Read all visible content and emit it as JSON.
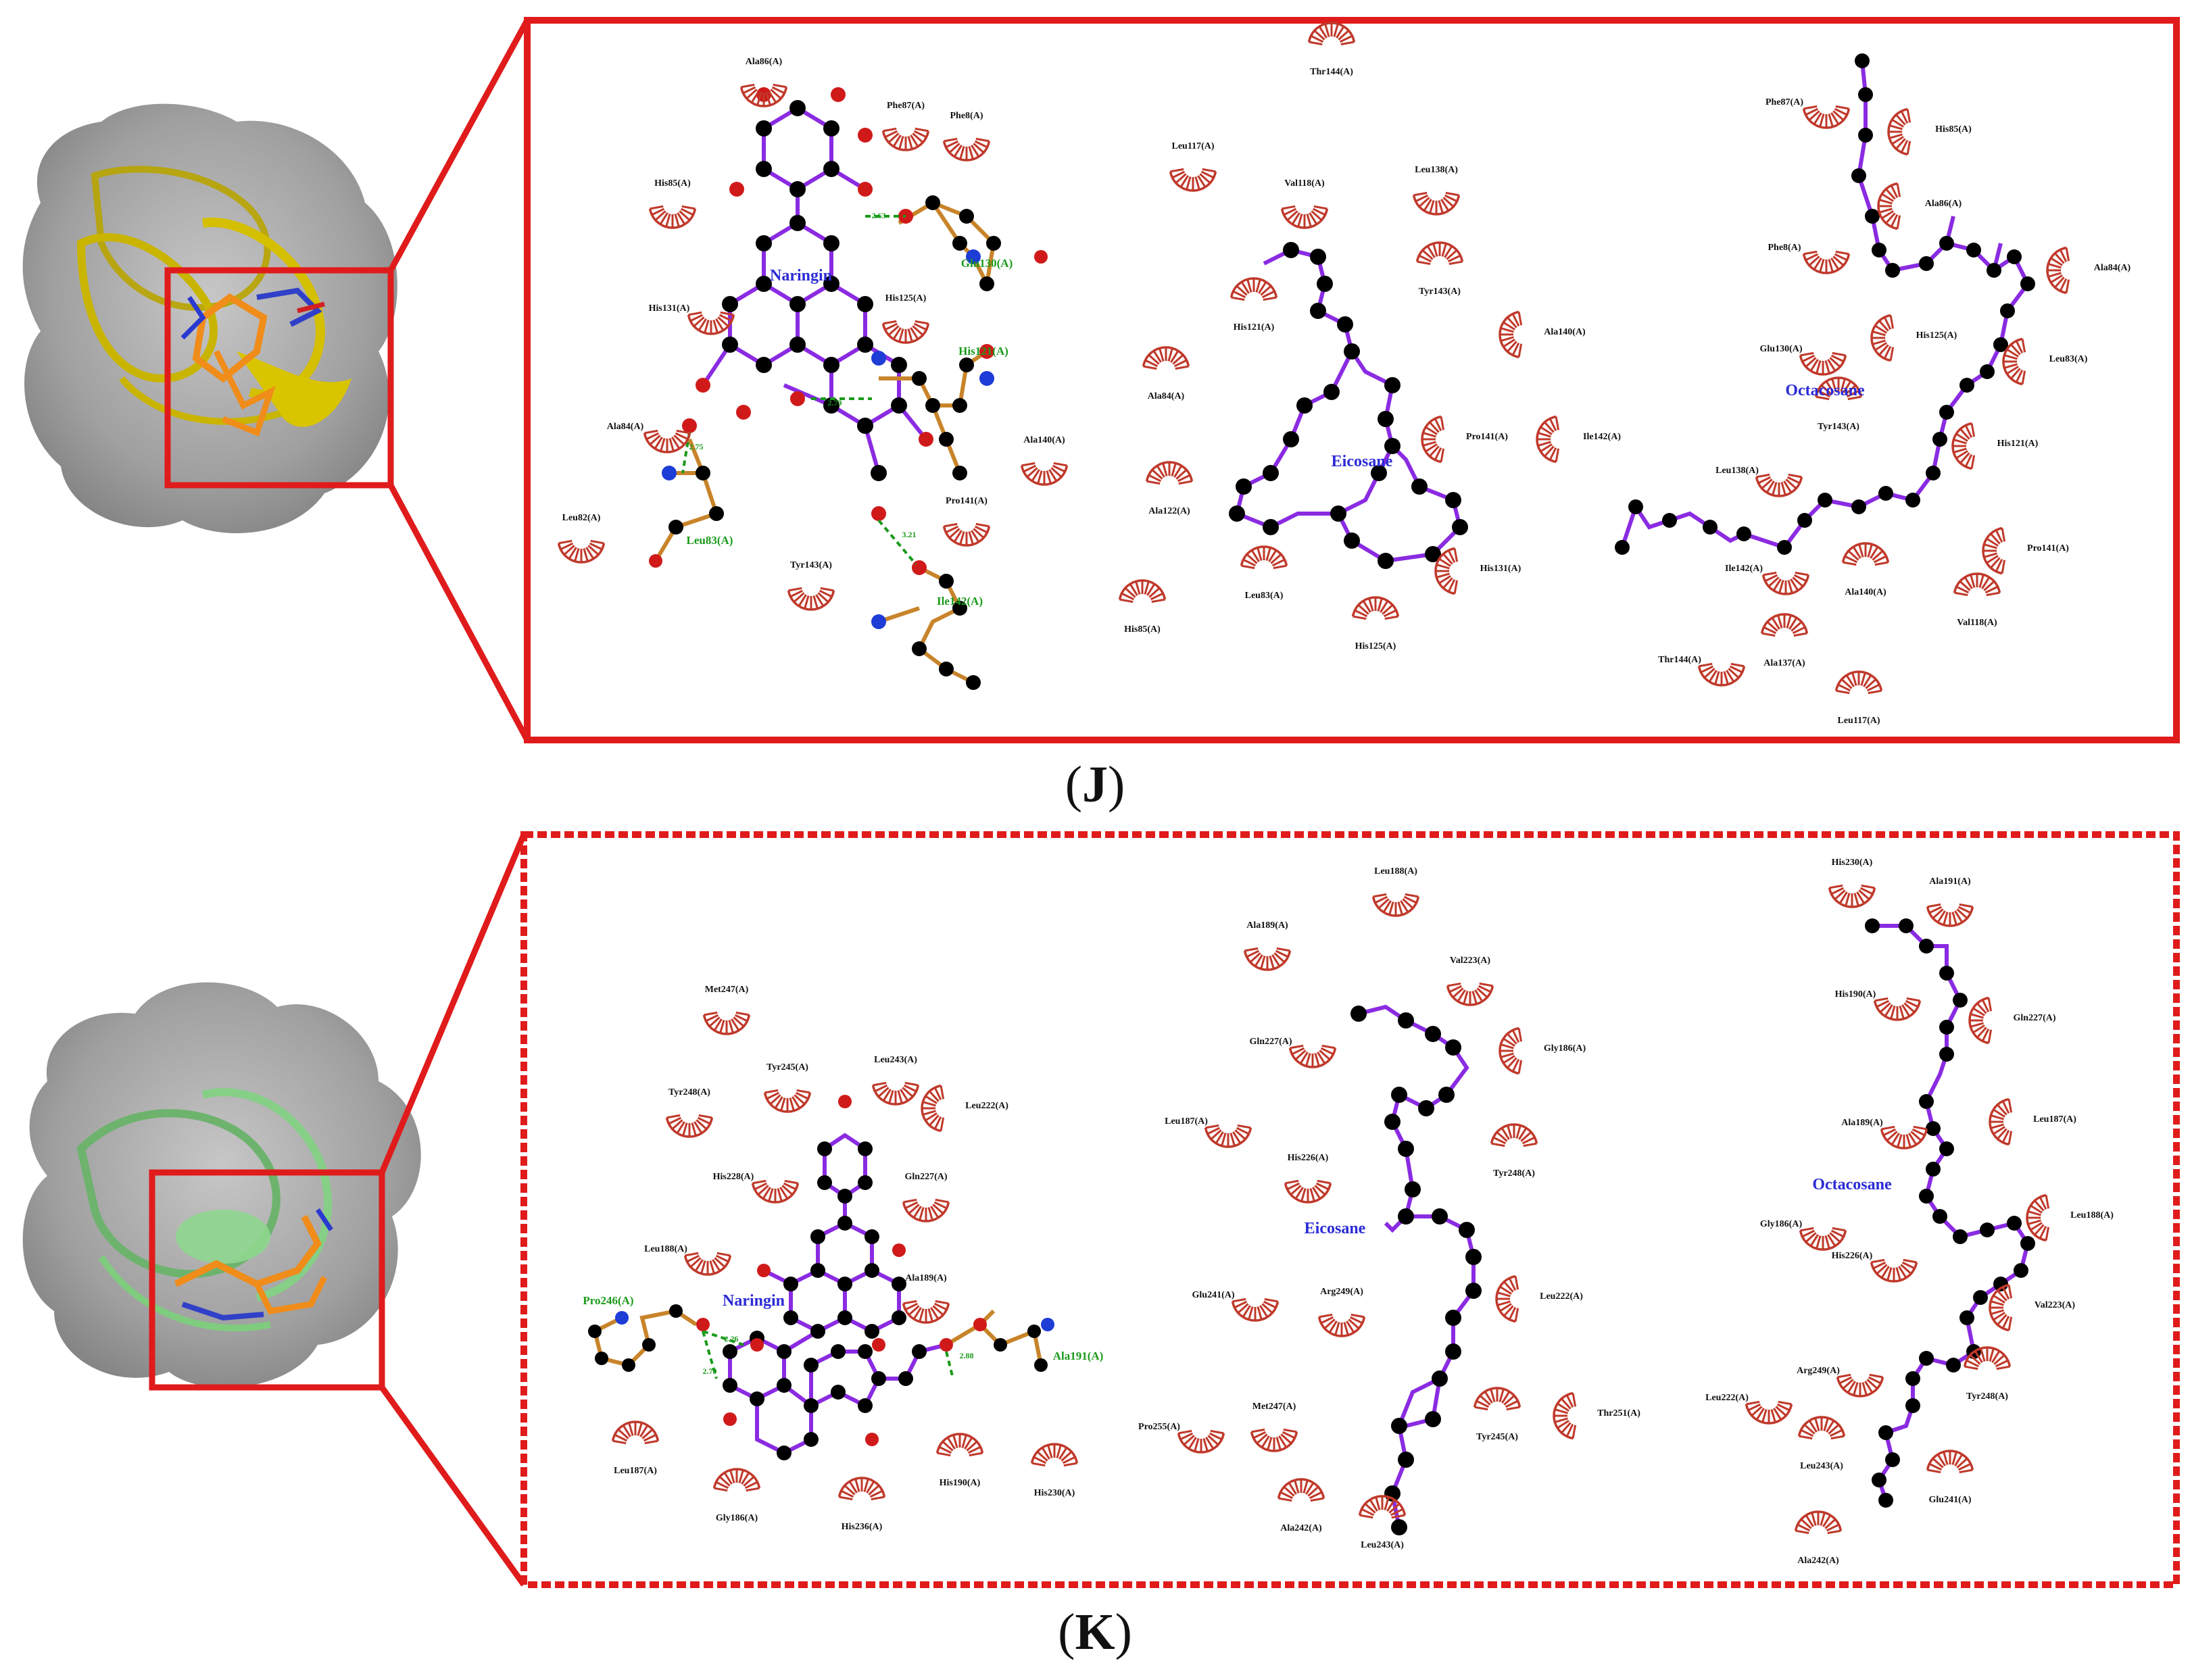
{
  "panels": [
    {
      "id": "J",
      "caption_letter": "J",
      "protein_color": "#c9b400",
      "frame_style": "solid",
      "ligands": [
        {
          "name": "Naringin",
          "label_color": "#2b2bd6",
          "hbonds": [
            {
              "residue": "Glu130(A)",
              "distance": "2.63"
            },
            {
              "residue": "His121(A)",
              "distance": "2.79"
            },
            {
              "residue": "Leu83(A)",
              "distance": "2.75"
            },
            {
              "residue": "Ile142(A)",
              "distance": "3.21"
            }
          ],
          "hydrophobic": [
            "Ala86(A)",
            "Phe87(A)",
            "Phe8(A)",
            "His85(A)",
            "His131(A)",
            "His125(A)",
            "Ala84(A)",
            "Leu82(A)",
            "Ala140(A)",
            "Pro141(A)",
            "Tyr143(A)"
          ]
        },
        {
          "name": "Eicosane",
          "label_color": "#2b2bd6",
          "hydrophobic": [
            "Thr144(A)",
            "Leu117(A)",
            "Val118(A)",
            "Leu138(A)",
            "Tyr143(A)",
            "His121(A)",
            "Ala140(A)",
            "Ala84(A)",
            "Pro141(A)",
            "Ile142(A)",
            "Ala122(A)",
            "Leu83(A)",
            "His131(A)",
            "His85(A)",
            "His125(A)"
          ]
        },
        {
          "name": "Octacosane",
          "label_color": "#2b2bd6",
          "hydrophobic": [
            "Phe87(A)",
            "His85(A)",
            "Ala86(A)",
            "Phe8(A)",
            "Ala84(A)",
            "His125(A)",
            "Glu130(A)",
            "Leu83(A)",
            "Tyr143(A)",
            "His121(A)",
            "Leu138(A)",
            "Ile142(A)",
            "Pro141(A)",
            "Ala140(A)",
            "Val118(A)",
            "Thr144(A)",
            "Ala137(A)",
            "Leu117(A)"
          ]
        }
      ]
    },
    {
      "id": "K",
      "caption_letter": "K",
      "protein_color": "#7fcc7f",
      "frame_style": "dashed",
      "ligands": [
        {
          "name": "Naringin",
          "label_color": "#2b2bd6",
          "hbonds": [
            {
              "residue": "Pro246(A)",
              "distance": "2.26"
            },
            {
              "residue": "Pro246(A)",
              "distance": "2.79"
            },
            {
              "residue": "Ala191(A)",
              "distance": "2.88"
            }
          ],
          "hydrophobic": [
            "Met247(A)",
            "Tyr245(A)",
            "Leu243(A)",
            "Tyr248(A)",
            "Leu222(A)",
            "His228(A)",
            "Gln227(A)",
            "Leu188(A)",
            "Ala189(A)",
            "Leu187(A)",
            "Gly186(A)",
            "His236(A)",
            "His190(A)",
            "His230(A)"
          ]
        },
        {
          "name": "Eicosane",
          "label_color": "#2b2bd6",
          "hydrophobic": [
            "Leu188(A)",
            "Ala189(A)",
            "Val223(A)",
            "Gln227(A)",
            "Gly186(A)",
            "Leu187(A)",
            "His226(A)",
            "Tyr248(A)",
            "Glu241(A)",
            "Arg249(A)",
            "Leu222(A)",
            "Pro255(A)",
            "Met247(A)",
            "Tyr245(A)",
            "Thr251(A)",
            "Ala242(A)",
            "Leu243(A)"
          ]
        },
        {
          "name": "Octacosane",
          "label_color": "#2b2bd6",
          "hydrophobic": [
            "His230(A)",
            "Ala191(A)",
            "His190(A)",
            "Gln227(A)",
            "Ala189(A)",
            "Leu187(A)",
            "Gly186(A)",
            "Leu188(A)",
            "His226(A)",
            "Val223(A)",
            "Arg249(A)",
            "Tyr248(A)",
            "Leu222(A)",
            "Leu243(A)",
            "Glu241(A)",
            "Ala242(A)"
          ]
        }
      ]
    }
  ],
  "colors": {
    "frame": "#e01b1b",
    "arc": "#c0392b",
    "bond": "#8a2be2",
    "atom": "#000000",
    "nitrogen": "#1e3cd6",
    "oxygen": "#d01a1a",
    "hbond_label": "#1a9a1a",
    "side_chain": "#c8842a"
  }
}
